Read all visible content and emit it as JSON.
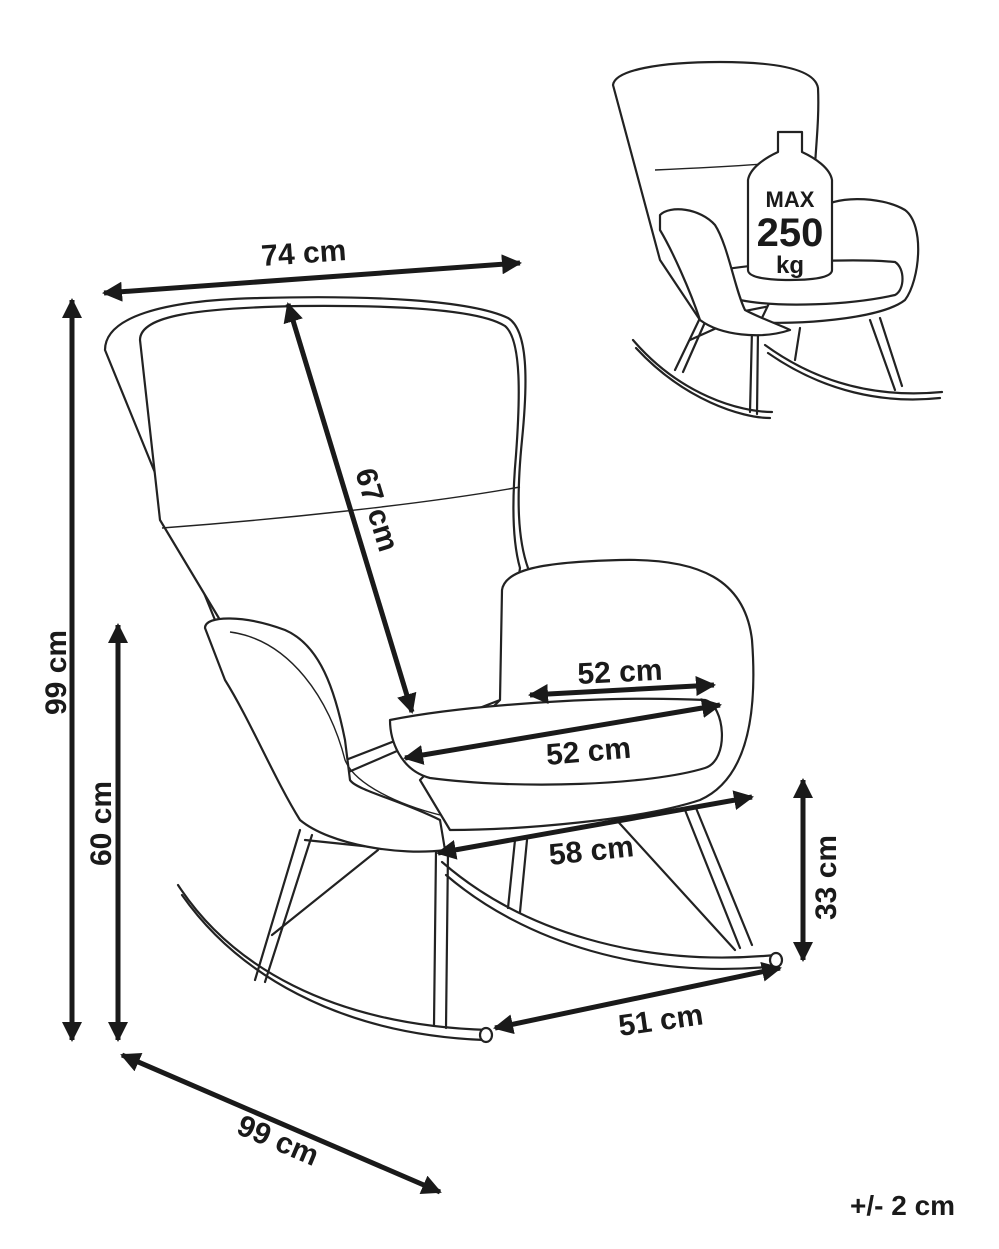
{
  "dimensions": {
    "top_width": "74 cm",
    "total_height": "99 cm",
    "backrest_height": "67 cm",
    "seat_depth": "52 cm",
    "seat_width": "52 cm",
    "front_width": "58 cm",
    "armrest_height": "60 cm",
    "seat_height": "33 cm",
    "rocker_span": "51 cm",
    "total_depth": "99 cm"
  },
  "weight_badge": {
    "line1": "MAX",
    "line2": "250",
    "line3": "kg"
  },
  "tolerance": "+/- 2 cm",
  "colors": {
    "line": "#222222",
    "background": "#ffffff"
  }
}
